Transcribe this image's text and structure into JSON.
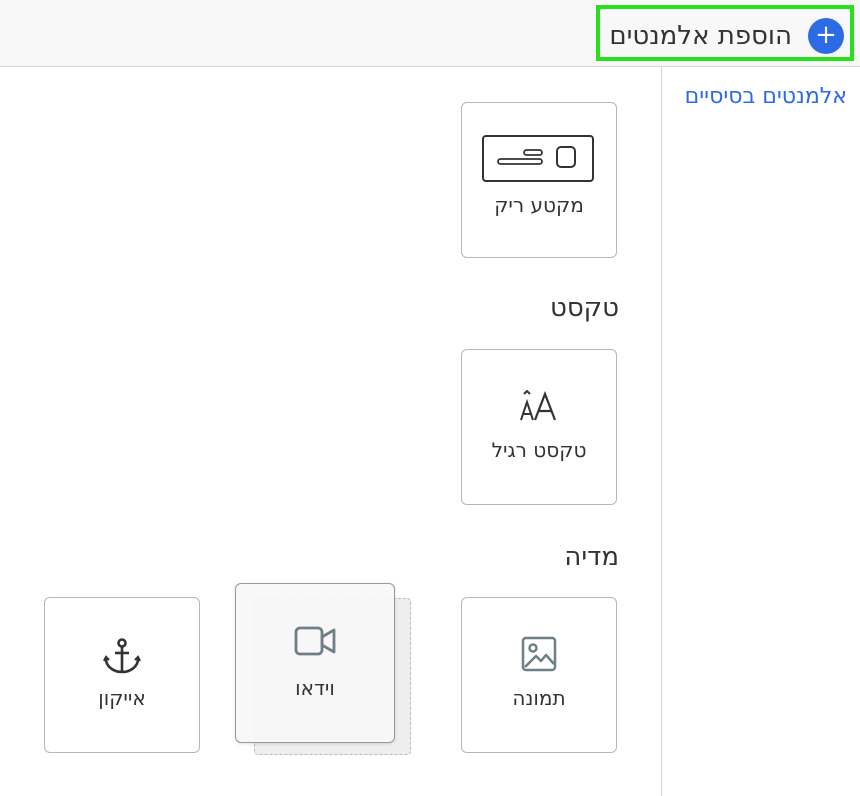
{
  "header": {
    "add_button_label": "הוספת אלמנטים",
    "plus_glyph": "+"
  },
  "sidebar": {
    "items": [
      {
        "label": "אלמנטים בסיסיים",
        "color": "#2d6ae6"
      }
    ]
  },
  "sections": [
    {
      "title": "",
      "items": [
        {
          "label": "מקטע ריק",
          "icon": "empty-section-icon"
        }
      ]
    },
    {
      "title": "טקסט",
      "items": [
        {
          "label": "טקסט רגיל",
          "icon": "text-size-icon"
        }
      ]
    },
    {
      "title": "מדיה",
      "items": [
        {
          "label": "תמונה",
          "icon": "image-icon"
        },
        {
          "label": "וידאו",
          "icon": "video-camera-icon"
        },
        {
          "label": "אייקון",
          "icon": "anchor-icon"
        }
      ]
    }
  ],
  "colors": {
    "accent": "#2d6ae6",
    "highlight": "#29e01d",
    "icon_dark": "#333333",
    "icon_muted": "#6f7f86"
  }
}
